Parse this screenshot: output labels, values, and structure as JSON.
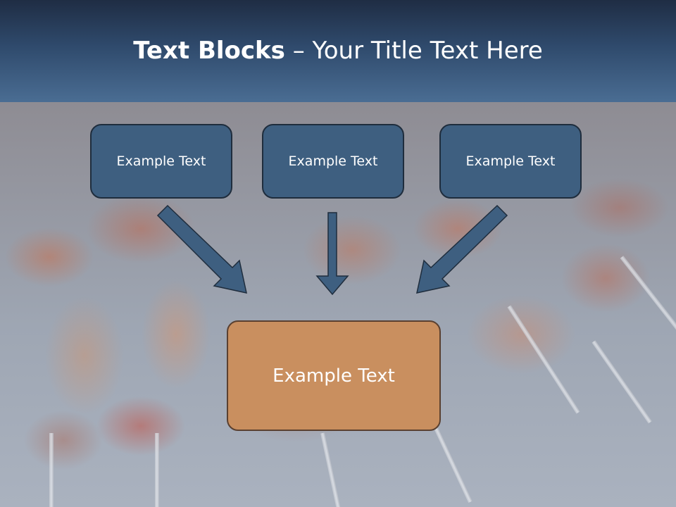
{
  "slide": {
    "title_bold": "Text Blocks",
    "title_rest": " – Your Title Text Here"
  },
  "blocks": {
    "top_left": "Example Text",
    "top_middle": "Example Text",
    "top_right": "Example Text",
    "bottom": "Example Text"
  },
  "colors": {
    "header": "#2f4a6c",
    "blue_box": "#3e5f80",
    "orange_box": "#c98f5f",
    "arrow": "#3e5f80"
  }
}
